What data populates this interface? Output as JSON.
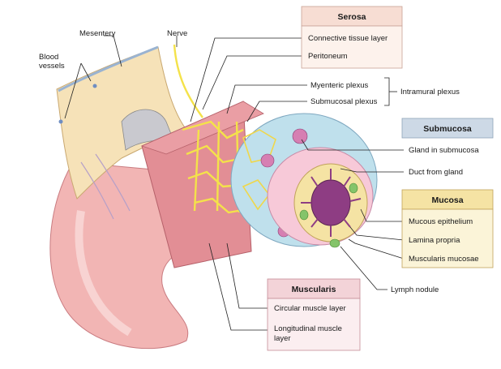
{
  "labels": {
    "mesentery": "Mesentery",
    "nerve": "Nerve",
    "blood_vessels_1": "Blood",
    "blood_vessels_2": "vessels",
    "myenteric_plexus": "Myenteric plexus",
    "submucosal_plexus": "Submucosal plexus",
    "intramural_plexus": "Intramural plexus",
    "gland_in_submucosa": "Gland in submucosa",
    "duct_from_gland": "Duct from gland",
    "lymph_nodule": "Lymph nodule"
  },
  "boxes": {
    "serosa": {
      "title": "Serosa",
      "items": [
        "Connective tissue layer",
        "Peritoneum"
      ]
    },
    "submucosa": {
      "title": "Submucosa"
    },
    "mucosa": {
      "title": "Mucosa",
      "items": [
        "Mucous epithelium",
        "Lamina propria",
        "Muscularis mucosae"
      ]
    },
    "muscularis": {
      "title": "Muscularis",
      "items": [
        "Circular muscle layer",
        "Longitudinal muscle",
        "layer"
      ]
    }
  },
  "colors": {
    "serosa_header": "#f7ddd3",
    "serosa_body": "#fdf2ec",
    "submucosa_header": "#cdd9e6",
    "mucosa_header": "#f5e3a4",
    "mucosa_body": "#fbf4d8",
    "muscularis_header": "#f3d3d8",
    "muscularis_body": "#fbeef0",
    "muscle": "#e28e95",
    "nerve": "#f4e24a",
    "submucosa_tissue": "#bfe0ec",
    "mucosa_tissue": "#f7c9d8",
    "lumen": "#8e3d83"
  }
}
